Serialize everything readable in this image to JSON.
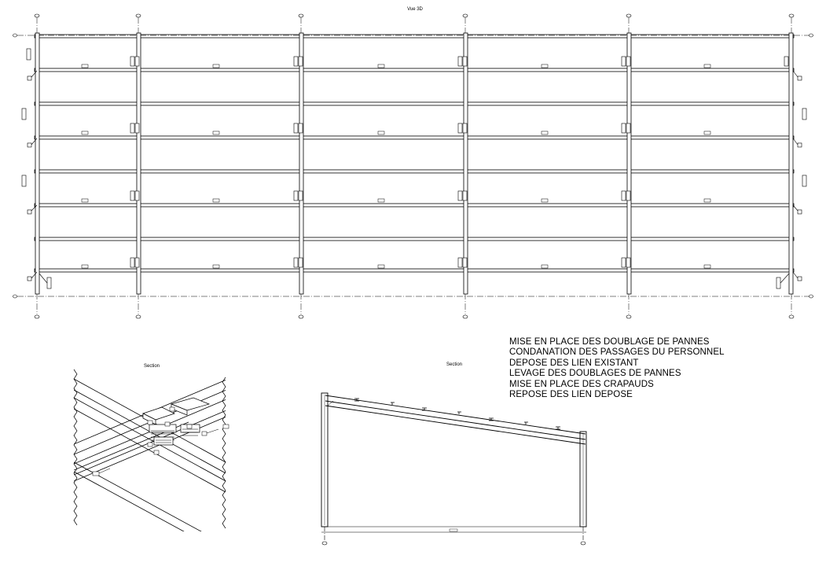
{
  "titles": {
    "plan": "Vue 3D",
    "detail": "Section",
    "section": "Section"
  },
  "notes": [
    "MISE EN PLACE DES DOUBLAGE DE PANNES",
    "CONDANATION DES PASSAGES DU PERSONNEL",
    "DEPOSE DES LIEN EXISTANT",
    "LEVAGE DES DOUBLAGES DE PANNES",
    "MISE EN PLACE DES CRAPAUDS",
    "REPOSE DES LIEN DEPOSE"
  ],
  "colors": {
    "line": "#000000",
    "background": "#ffffff"
  }
}
